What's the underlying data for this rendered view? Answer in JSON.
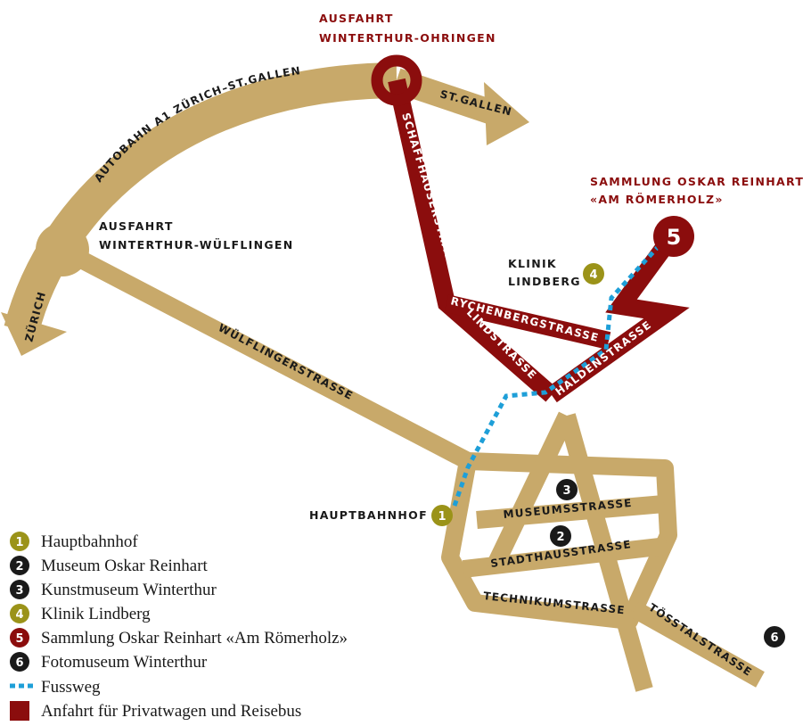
{
  "colors": {
    "road": "#c8a96a",
    "car_route": "#8b0d0d",
    "footpath": "#1e9fd8",
    "marker_olive": "#9b9319",
    "marker_black": "#1a1a1a",
    "marker_red": "#8b0d0d"
  },
  "places": {
    "ausfahrt_ohringen_line1": "AUSFAHRT",
    "ausfahrt_ohringen_line2": "WINTERTHUR-OHRINGEN",
    "ausfahrt_wuelflingen_line1": "AUSFAHRT",
    "ausfahrt_wuelflingen_line2": "WINTERTHUR-WÜLFLINGEN",
    "sammlung_line1": "SAMMLUNG OSKAR REINHART",
    "sammlung_line2": "«AM RÖMERHOLZ»",
    "klinik_line1": "KLINIK",
    "klinik_line2": "LINDBERG",
    "hauptbahnhof": "HAUPTBAHNHOF"
  },
  "roads": {
    "autobahn": "AUTOBAHN A1 ZÜRICH–ST.GALLEN",
    "st_gallen": "ST.GALLEN",
    "zuerich": "ZÜRICH",
    "schaffhauserstrasse": "SCHAFFHAUSERSTRASSE",
    "rychenbergstrasse": "RYCHENBERGSTRASSE",
    "lindstrasse": "LINDSTRASSE",
    "haldenstrasse": "HALDENSTRASSE",
    "wuelflingerstrasse": "WÜLFLINGERSTRASSE",
    "museumsstrasse": "MUSEUMSSTRASSE",
    "stadthausstrasse": "STADTHAUSSTRASSE",
    "technikumstrasse": "TECHNIKUMSTRASSE",
    "toesstalstrasse": "TÖSSTALSTRASSE"
  },
  "markers": {
    "m1": "1",
    "m2": "2",
    "m3": "3",
    "m4": "4",
    "m5": "5",
    "m6": "6"
  },
  "legend": {
    "items": [
      {
        "number": "1",
        "label": "Hauptbahnhof"
      },
      {
        "number": "2",
        "label": "Museum Oskar Reinhart"
      },
      {
        "number": "3",
        "label": "Kunstmuseum Winterthur"
      },
      {
        "number": "4",
        "label": "Klinik Lindberg"
      },
      {
        "number": "5",
        "label": "Sammlung Oskar Reinhart «Am Römerholz»"
      },
      {
        "number": "6",
        "label": "Fotomuseum Winterthur"
      }
    ],
    "footpath_label": "Fussweg",
    "car_label": "Anfahrt für Privatwagen und Reisebus"
  }
}
